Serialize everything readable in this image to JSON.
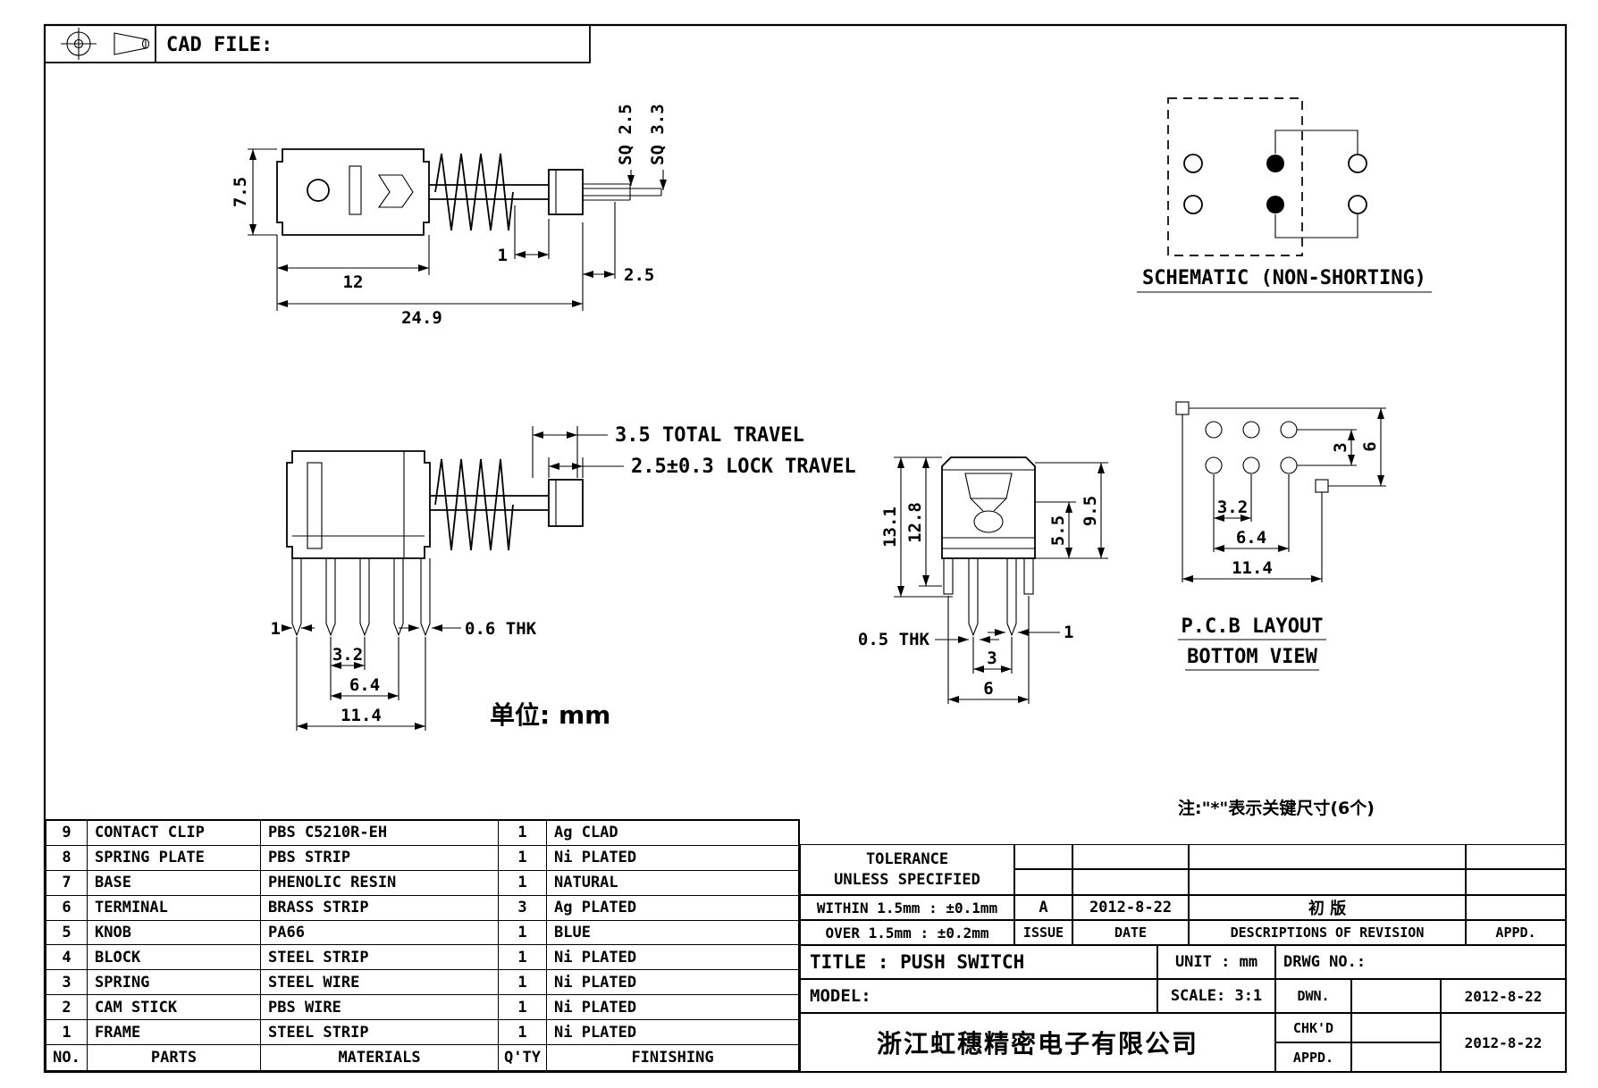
{
  "header": {
    "cad_file_label": "CAD FILE:"
  },
  "views": {
    "top_view": {
      "dim_7_5": "7.5",
      "dim_12": "12",
      "dim_24_9": "24.9",
      "dim_1": "1",
      "dim_2_5": "2.5",
      "dim_sq25": "SQ 2.5",
      "dim_sq33": "SQ 3.3"
    },
    "schematic": {
      "caption": "SCHEMATIC (NON-SHORTING)"
    },
    "side_view": {
      "dim_total_travel": "3.5 TOTAL TRAVEL",
      "dim_lock_travel": "2.5±0.3 LOCK TRAVEL",
      "dim_1": "1",
      "dim_06_thk": "0.6 THK",
      "dim_3_2": "3.2",
      "dim_6_4": "6.4",
      "dim_11_4": "11.4",
      "unit_note": "单位: mm"
    },
    "front_view": {
      "dim_13_1": "13.1",
      "dim_12_8": "12.8",
      "dim_5_5": "5.5",
      "dim_9_5": "9.5",
      "dim_05_thk": "0.5 THK",
      "dim_1": "1",
      "dim_3": "3",
      "dim_6": "6"
    },
    "pcb_layout": {
      "dim_3": "3",
      "dim_6": "6",
      "dim_3_2": "3.2",
      "dim_6_4": "6.4",
      "dim_11_4": "11.4",
      "caption_line1": "P.C.B LAYOUT",
      "caption_line2": "BOTTOM VIEW"
    }
  },
  "key_note": "注:\"*\"表示关键尺寸(6个)",
  "parts_table": {
    "headers": {
      "no": "NO.",
      "parts": "PARTS",
      "materials": "MATERIALS",
      "qty": "Q'TY",
      "finishing": "FINISHING"
    },
    "rows": [
      {
        "no": "9",
        "part": "CONTACT CLIP",
        "material": "PBS C5210R-EH",
        "qty": "1",
        "finishing": "Ag CLAD"
      },
      {
        "no": "8",
        "part": "SPRING PLATE",
        "material": "PBS STRIP",
        "qty": "1",
        "finishing": "Ni PLATED"
      },
      {
        "no": "7",
        "part": "BASE",
        "material": "PHENOLIC RESIN",
        "qty": "1",
        "finishing": "NATURAL"
      },
      {
        "no": "6",
        "part": "TERMINAL",
        "material": "BRASS STRIP",
        "qty": "3",
        "finishing": "Ag PLATED"
      },
      {
        "no": "5",
        "part": "KNOB",
        "material": "PA66",
        "qty": "1",
        "finishing": "BLUE"
      },
      {
        "no": "4",
        "part": "BLOCK",
        "material": "STEEL STRIP",
        "qty": "1",
        "finishing": "Ni PLATED"
      },
      {
        "no": "3",
        "part": "SPRING",
        "material": "STEEL WIRE",
        "qty": "1",
        "finishing": "Ni PLATED"
      },
      {
        "no": "2",
        "part": "CAM STICK",
        "material": "PBS WIRE",
        "qty": "1",
        "finishing": "Ni PLATED"
      },
      {
        "no": "1",
        "part": "FRAME",
        "material": "STEEL STRIP",
        "qty": "1",
        "finishing": "Ni PLATED"
      }
    ]
  },
  "title_block": {
    "tolerance_line1": "TOLERANCE",
    "tolerance_line2": "UNLESS  SPECIFIED",
    "within_row": "WITHIN 1.5mm : ±0.1mm",
    "over_row": "OVER 1.5mm : ±0.2mm",
    "issue_value": "A",
    "issue_label": "ISSUE",
    "date_value": "2012-8-22",
    "date_label": "DATE",
    "revision_value": "初 版",
    "revision_label": "DESCRIPTIONS OF REVISION",
    "appd_label": "APPD.",
    "title": "TITLE : PUSH SWITCH",
    "model_label": "MODEL:",
    "unit": "UNIT :  mm",
    "scale": "SCALE:  3:1",
    "drwg_no": "DRWG NO.:",
    "dwn_label": "DWN.",
    "dwn_date": "2012-8-22",
    "chkd_label": "CHK'D",
    "appd_row_label": "APPD.",
    "chkd_appd_date": "2012-8-22",
    "company": "浙江虹穗精密电子有限公司"
  }
}
